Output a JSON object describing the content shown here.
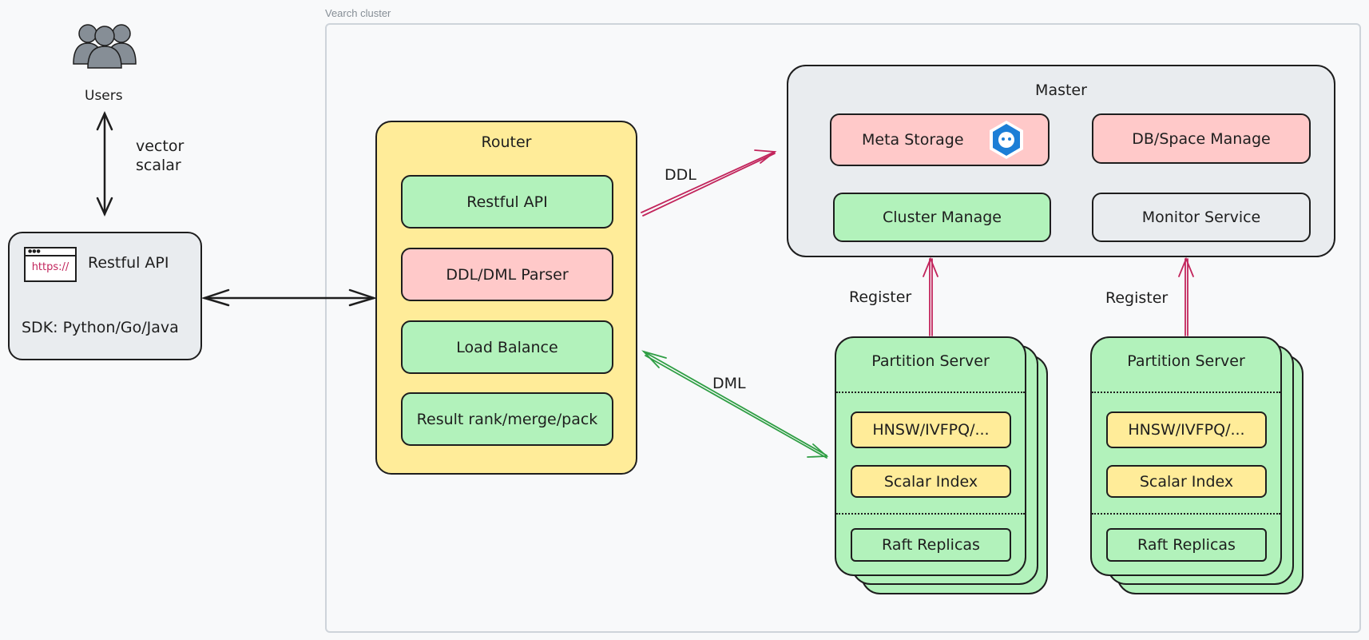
{
  "frame": {
    "label": "Vearch cluster"
  },
  "users": {
    "label": "Users"
  },
  "user_link": {
    "label_line1": "vector",
    "label_line2": "scalar"
  },
  "client": {
    "icon_text": "https://",
    "title": "Restful API",
    "sdk": "SDK: Python/Go/Java"
  },
  "router": {
    "title": "Router",
    "items": [
      "Restful API",
      "DDL/DML Parser",
      "Load Balance",
      "Result rank/merge/pack"
    ]
  },
  "master": {
    "title": "Master",
    "items": [
      "Meta Storage",
      "DB/Space Manage",
      "Cluster Manage",
      "Monitor Service"
    ]
  },
  "edges": {
    "ddl": "DDL",
    "dml": "DML",
    "register1": "Register",
    "register2": "Register"
  },
  "partitions": [
    {
      "title": "Partition Server",
      "index1": "HNSW/IVFPQ/...",
      "index2": "Scalar Index",
      "replicas": "Raft Replicas"
    },
    {
      "title": "Partition Server",
      "index1": "HNSW/IVFPQ/...",
      "index2": "Scalar Index",
      "replicas": "Raft Replicas"
    }
  ],
  "colors": {
    "ddl_arrow": "#c2255c",
    "dml_arrow": "#2f9e44",
    "green": "#b2f2bb",
    "red": "#ffc9c9",
    "yellow": "#ffec99",
    "gray": "#e9ecef"
  }
}
